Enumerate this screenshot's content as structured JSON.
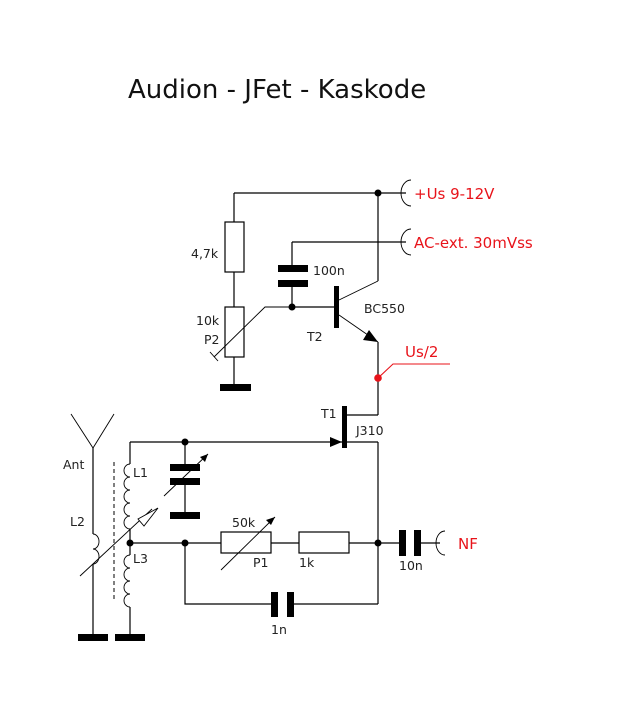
{
  "title": "Audion - JFet - Kaskode",
  "colors": {
    "wire": "#000000",
    "annotation": "#e8131a",
    "background": "#ffffff"
  },
  "terminals": {
    "supply": "+Us 9-12V",
    "ac_ext": "AC-ext. 30mVss",
    "midpoint": "Us/2",
    "output": "NF"
  },
  "components": {
    "r_top": {
      "value": "4,7k"
    },
    "p2": {
      "value": "10k",
      "ref": "P2"
    },
    "c_100n": {
      "value": "100n"
    },
    "t2": {
      "ref": "T2",
      "type": "BC550"
    },
    "t1": {
      "ref": "T1",
      "type": "J310"
    },
    "antenna": {
      "ref": "Ant"
    },
    "l1": {
      "ref": "L1"
    },
    "l2": {
      "ref": "L2"
    },
    "l3": {
      "ref": "L3"
    },
    "p1": {
      "value": "50k",
      "ref": "P1"
    },
    "r_1k": {
      "value": "1k"
    },
    "c_10n": {
      "value": "10n"
    },
    "c_1n": {
      "value": "1n"
    }
  }
}
